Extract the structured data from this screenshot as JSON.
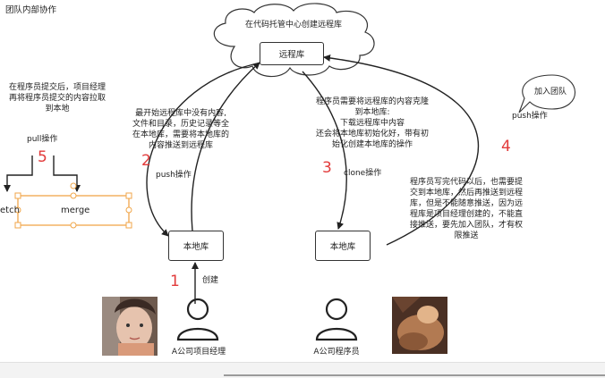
{
  "page": {
    "title": "团队内部协作"
  },
  "cloud": {
    "label": "在代码托管中心创建远程库"
  },
  "nodes": {
    "remote": "远程库",
    "local_left": "本地库",
    "local_right": "本地库",
    "fetch_box": "etch",
    "merge_box": "merge"
  },
  "steps": [
    "1",
    "2",
    "3",
    "4",
    "5"
  ],
  "labels": {
    "create": "创建",
    "push_op_2": "push操作",
    "clone_op": "clone操作",
    "push_op_4": "push操作",
    "pull_op": "pull操作",
    "join_team": "加入团队"
  },
  "notes": {
    "pull_note": [
      "在程序员提交后，项目经理",
      "再将程序员提交的内容拉取",
      "到本地"
    ],
    "push_note": [
      "最开始远程库中没有内容,",
      "文件和目录，历史记录等全",
      "在本地库，需要将本地库的",
      "内容推送到远程库"
    ],
    "clone_note": [
      "程序员需要将远程库的内容克隆",
      "到本地库:",
      "下载远程库中内容",
      "还会将本地库初始化好，带有初",
      "始化创建本地库的操作"
    ],
    "program_note": [
      "程序员写完代码以后，也需要提",
      "交到本地库，然后再推送到远程",
      "库，但是不能随意推送，因为远",
      "程库是项目经理创建的，不能直",
      "接推送，要先加入团队，才有权",
      "限推送"
    ]
  },
  "actors": {
    "manager": "A公司项目经理",
    "programmer": "A公司程序员"
  },
  "colors": {
    "accent_red": "#e23b3b",
    "selection": "#f0a64a"
  }
}
